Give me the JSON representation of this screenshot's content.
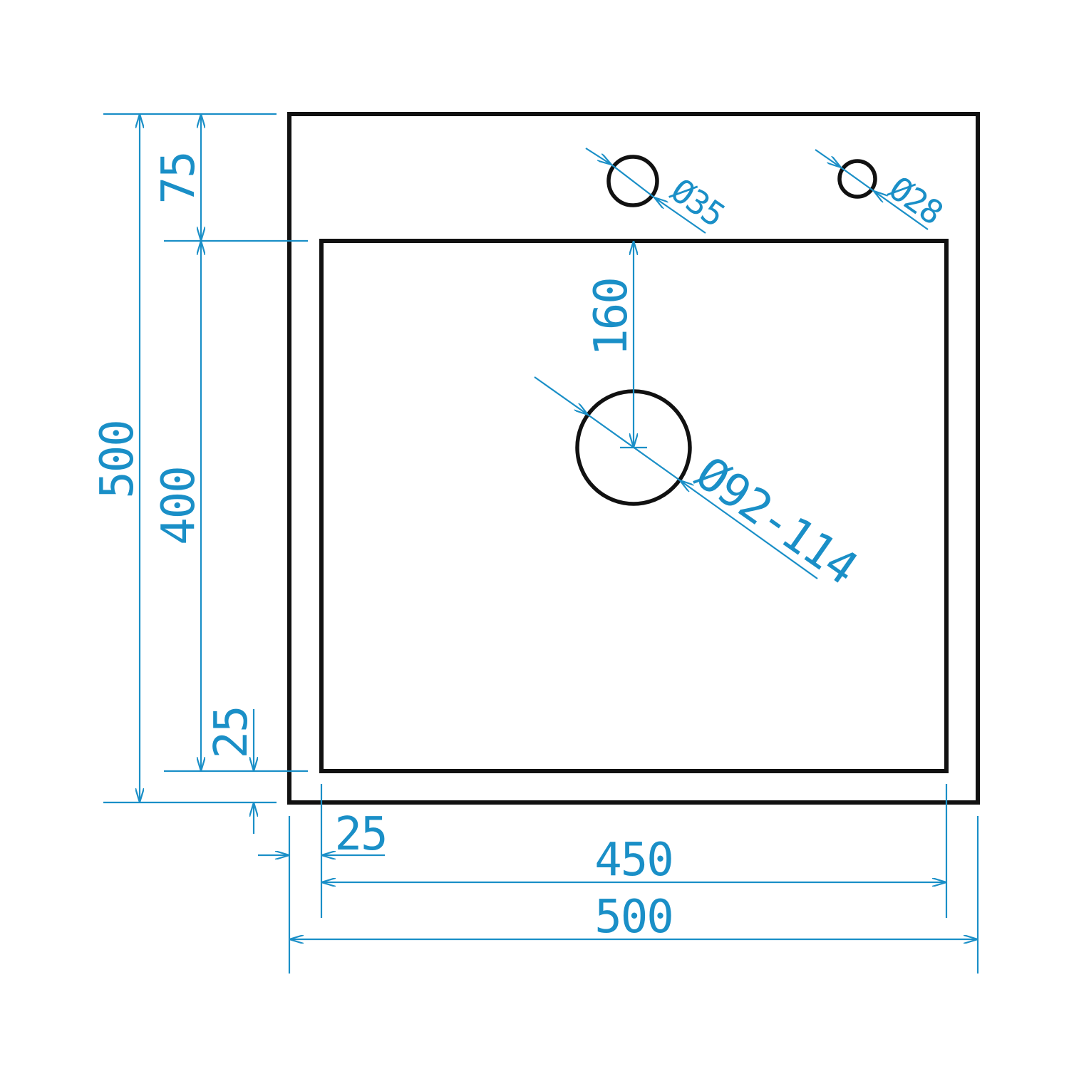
{
  "colors": {
    "outline": "#111111",
    "dimension": "#1a8fc7",
    "background": "#ffffff"
  },
  "dimensions": {
    "overall_height": "500",
    "top_margin": "75",
    "bowl_height": "400",
    "bottom_margin": "25",
    "side_margin": "25",
    "bowl_width": "450",
    "overall_width": "500",
    "drain_offset": "160",
    "tap_hole": "Ø35",
    "second_hole": "Ø28",
    "drain_hole": "Ø92-114"
  }
}
